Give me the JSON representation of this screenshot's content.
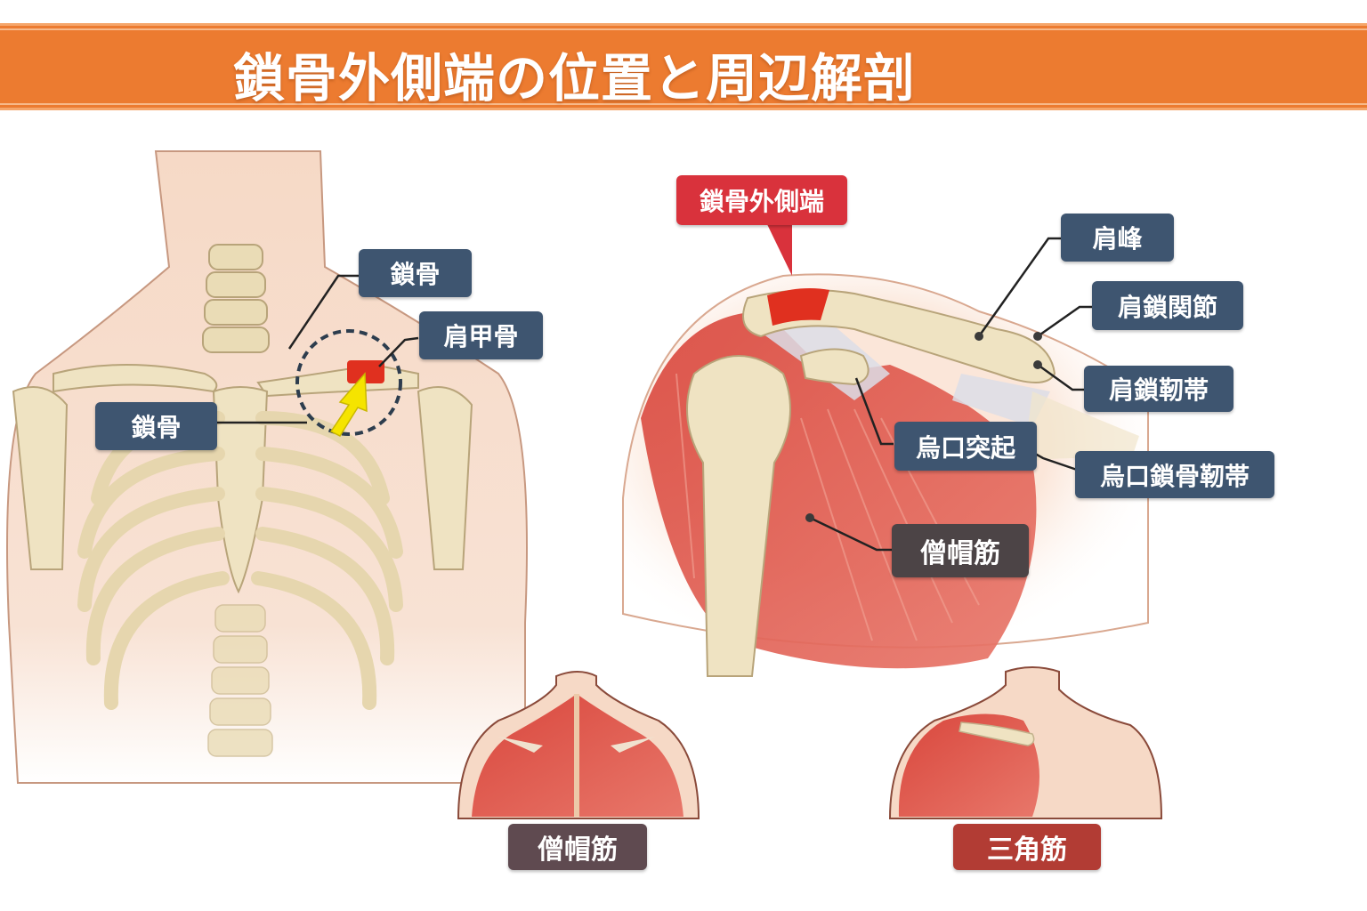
{
  "title": "鎖骨外側端の位置と周辺解剖",
  "colors": {
    "banner": "#ec7b30",
    "label_navy": "#3e5570",
    "label_dark": "#4c4446",
    "highlight_red": "#d9323c",
    "deltoid_label": "#b23c34",
    "trapezius_label": "#5f4a50",
    "arrow_yellow": "#f5e400"
  },
  "left_panel": {
    "labels": [
      {
        "id": "clavicle_top",
        "text": "鎖骨"
      },
      {
        "id": "scapula",
        "text": "肩甲骨"
      },
      {
        "id": "clavicle_left",
        "text": "鎖骨"
      }
    ],
    "highlight": "dashed-circle-around-lateral-clavicle",
    "arrow": "yellow-arrow"
  },
  "right_panel": {
    "callout": "鎖骨外側端",
    "labels": [
      {
        "id": "acromion",
        "text": "肩峰"
      },
      {
        "id": "ac_joint",
        "text": "肩鎖関節"
      },
      {
        "id": "ac_ligament",
        "text": "肩鎖靭帯"
      },
      {
        "id": "coracoid",
        "text": "烏口突起"
      },
      {
        "id": "coracoclavicular",
        "text": "烏口鎖骨靭帯"
      },
      {
        "id": "trapezius",
        "text": "僧帽筋"
      }
    ]
  },
  "bottom_panels": [
    {
      "id": "trapezius_view",
      "label": "僧帽筋"
    },
    {
      "id": "deltoid_view",
      "label": "三角筋"
    }
  ]
}
